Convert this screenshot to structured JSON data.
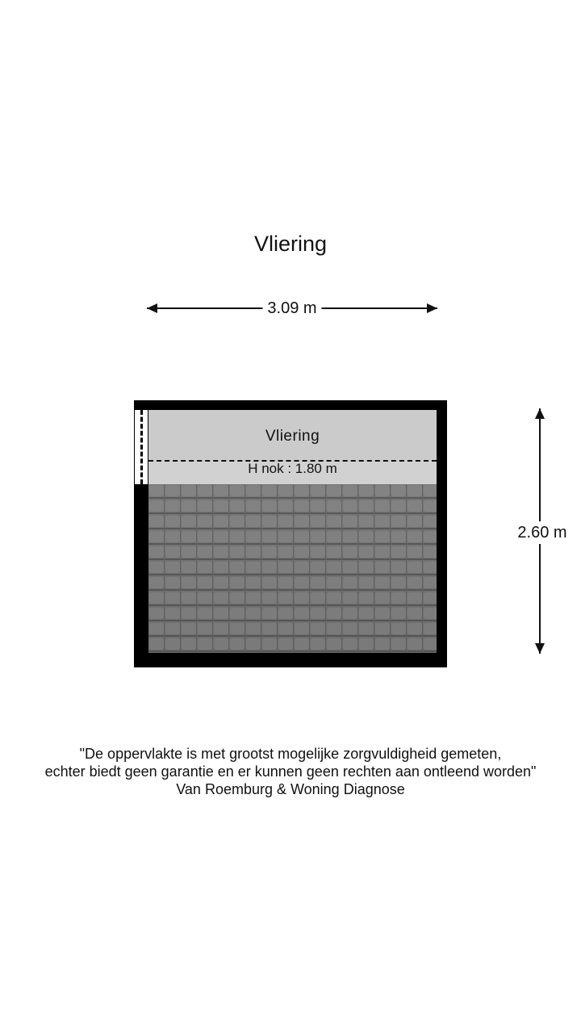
{
  "title": "Vliering",
  "dimensions": {
    "width_label": "3.09 m",
    "height_label": "2.60 m"
  },
  "room": {
    "name": "Vliering",
    "ridge_height_label": "H nok : 1.80 m"
  },
  "disclaimer": {
    "line1": "\"De oppervlakte is met grootst mogelijke zorgvuldigheid gemeten,",
    "line2": "echter biedt geen garantie en er kunnen geen rechten aan ontleend worden\"",
    "line3": "Van Roemburg & Woning Diagnose"
  },
  "colors": {
    "wall": "#000000",
    "floor": "#c9c9c9",
    "roof": "#7a7a7a"
  }
}
